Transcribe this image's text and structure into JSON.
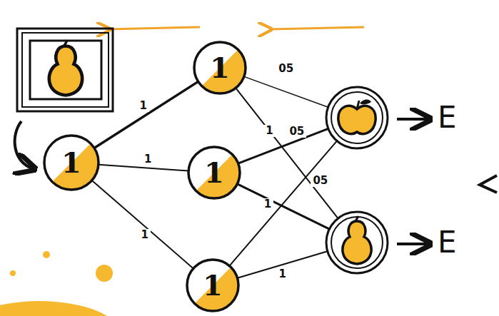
{
  "diagram": {
    "nodes": [
      {
        "text": [
          "1"
        ]
      },
      {
        "text": [
          "1"
        ]
      },
      {
        "text": [
          "1"
        ]
      },
      {
        "text": [
          "1"
        ]
      },
      {
        "text": [
          "E"
        ]
      },
      {
        "text": [
          "E"
        ]
      }
    ],
    "edges": [
      {
        "from": 0,
        "to": 1,
        "arrow": "none",
        "label": "1"
      },
      {
        "from": 0,
        "to": 2,
        "arrow": "none",
        "label": "1"
      },
      {
        "from": 0,
        "to": 3,
        "arrow": "none",
        "label": "1"
      },
      {
        "from": 1,
        "to": 4,
        "arrow": "none",
        "label": "05"
      },
      {
        "from": 1,
        "to": 5,
        "arrow": "none",
        "label": "1"
      },
      {
        "from": 2,
        "to": 4,
        "arrow": "none",
        "label": "05"
      },
      {
        "from": 2,
        "to": 5,
        "arrow": "none",
        "label": "1"
      },
      {
        "from": 3,
        "to": 4,
        "arrow": "none",
        "label": "05"
      },
      {
        "from": 3,
        "to": 5,
        "arrow": "none",
        "label": "1"
      }
    ]
  }
}
